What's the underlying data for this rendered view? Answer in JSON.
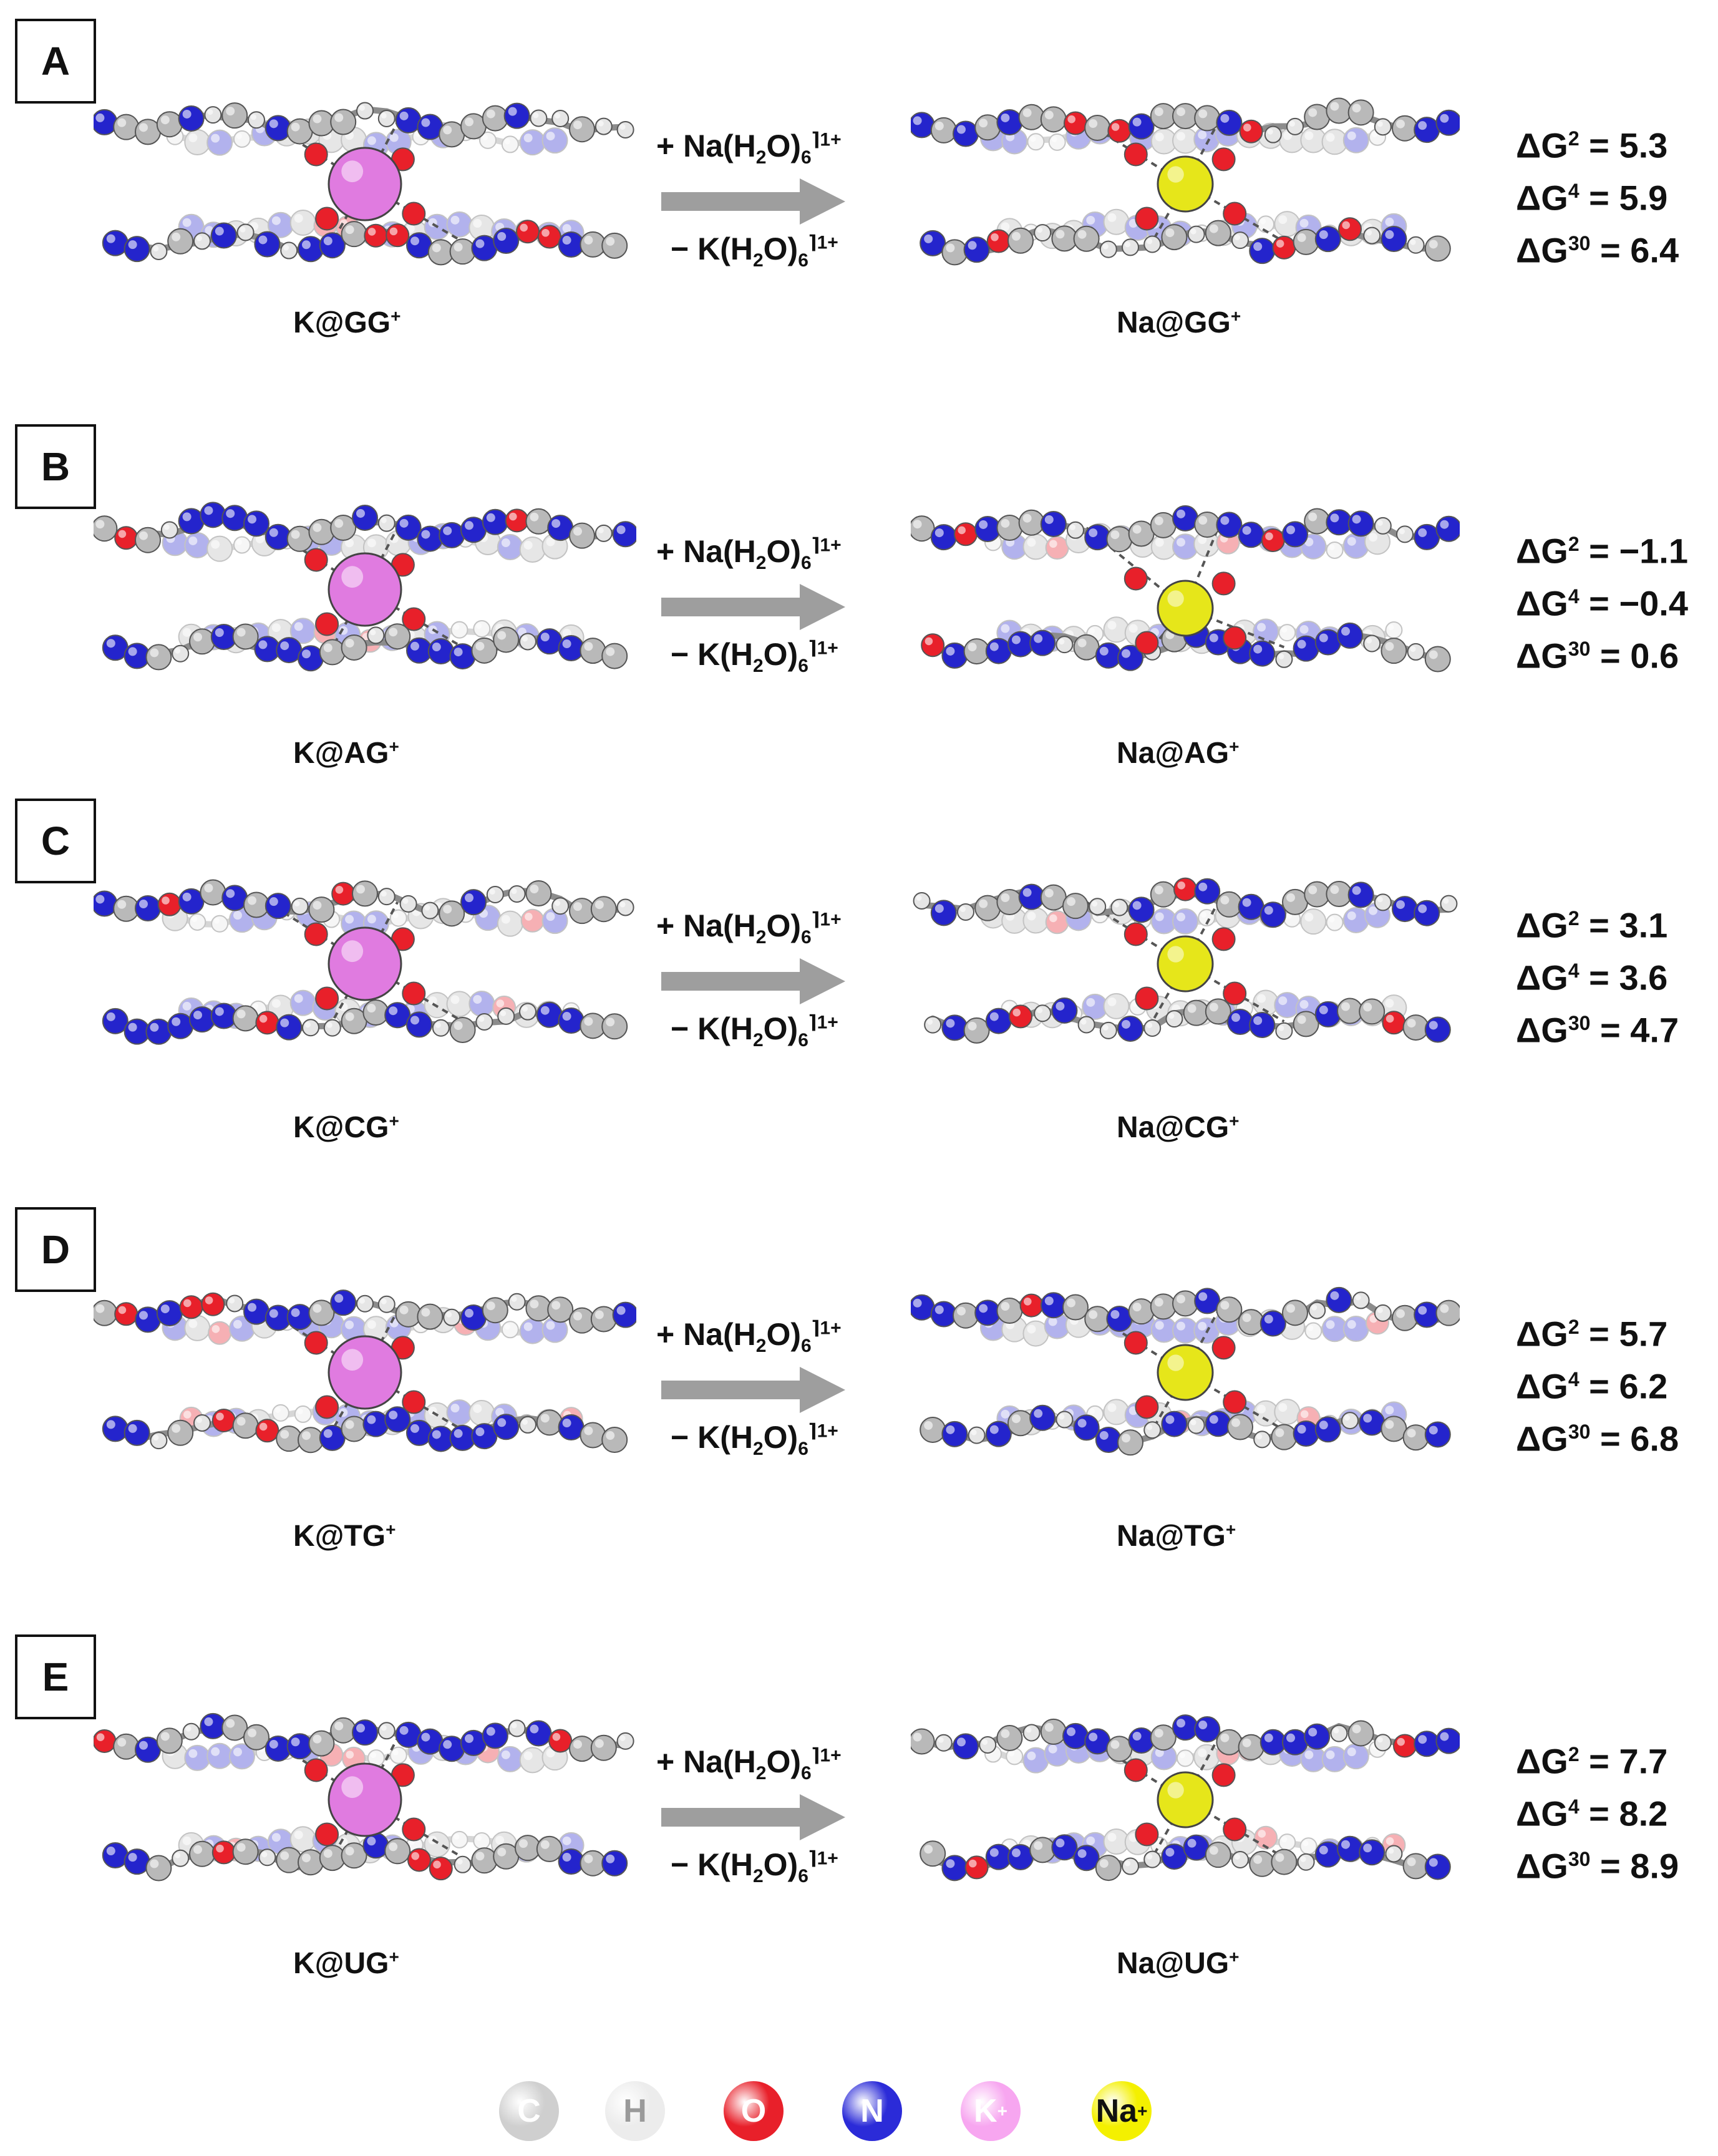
{
  "panels": [
    {
      "letter": "A",
      "left": "K@GG",
      "right": "Na@GG",
      "charge": "+",
      "dg": [
        {
          "sup": "2",
          "val": "5.3"
        },
        {
          "sup": "4",
          "val": "5.9"
        },
        {
          "sup": "30",
          "val": "6.4"
        }
      ]
    },
    {
      "letter": "B",
      "left": "K@AG",
      "right": "Na@AG",
      "charge": "+",
      "dg": [
        {
          "sup": "2",
          "val": "−1.1"
        },
        {
          "sup": "4",
          "val": "−0.4"
        },
        {
          "sup": "30",
          "val": "0.6"
        }
      ]
    },
    {
      "letter": "C",
      "left": "K@CG",
      "right": "Na@CG",
      "charge": "+",
      "dg": [
        {
          "sup": "2",
          "val": "3.1"
        },
        {
          "sup": "4",
          "val": "3.6"
        },
        {
          "sup": "30",
          "val": "4.7"
        }
      ]
    },
    {
      "letter": "D",
      "left": "K@TG",
      "right": "Na@TG",
      "charge": "+",
      "dg": [
        {
          "sup": "2",
          "val": "5.7"
        },
        {
          "sup": "4",
          "val": "6.2"
        },
        {
          "sup": "30",
          "val": "6.8"
        }
      ]
    },
    {
      "letter": "E",
      "left": "K@UG",
      "right": "Na@UG",
      "charge": "+",
      "dg": [
        {
          "sup": "2",
          "val": "7.7"
        },
        {
          "sup": "4",
          "val": "8.2"
        },
        {
          "sup": "30",
          "val": "8.9"
        }
      ]
    }
  ],
  "reaction": {
    "plus": "+ Na(H",
    "minus": "− K(H",
    "o": "O)",
    "sub2": "2",
    "sub6": "6",
    "bracket_charge": "⌉1+"
  },
  "dg_symbol": "ΔG",
  "legend": [
    {
      "label": "C",
      "fill": "#cfcfcf",
      "text": "#ffffff"
    },
    {
      "label": "H",
      "fill": "#ececec",
      "text": "#9a9a9a"
    },
    {
      "label": "O",
      "fill": "#e8202a",
      "text": "#ffffff"
    },
    {
      "label": "N",
      "fill": "#2b2bd8",
      "text": "#ffffff"
    },
    {
      "label": "K",
      "sup": "+",
      "fill": "#f7a6f0",
      "text": "#ffffff"
    },
    {
      "label": "Na",
      "sup": "+",
      "fill": "#f4f000",
      "text": "#111111"
    }
  ],
  "colors": {
    "carbon": "#b9b9b9",
    "hydrogen": "#e6e6e6",
    "oxygen": "#e8202a",
    "nitrogen": "#2424cc",
    "potassium": "#e07be0",
    "sodium": "#e6e61a",
    "arrow": "#9e9e9e"
  }
}
